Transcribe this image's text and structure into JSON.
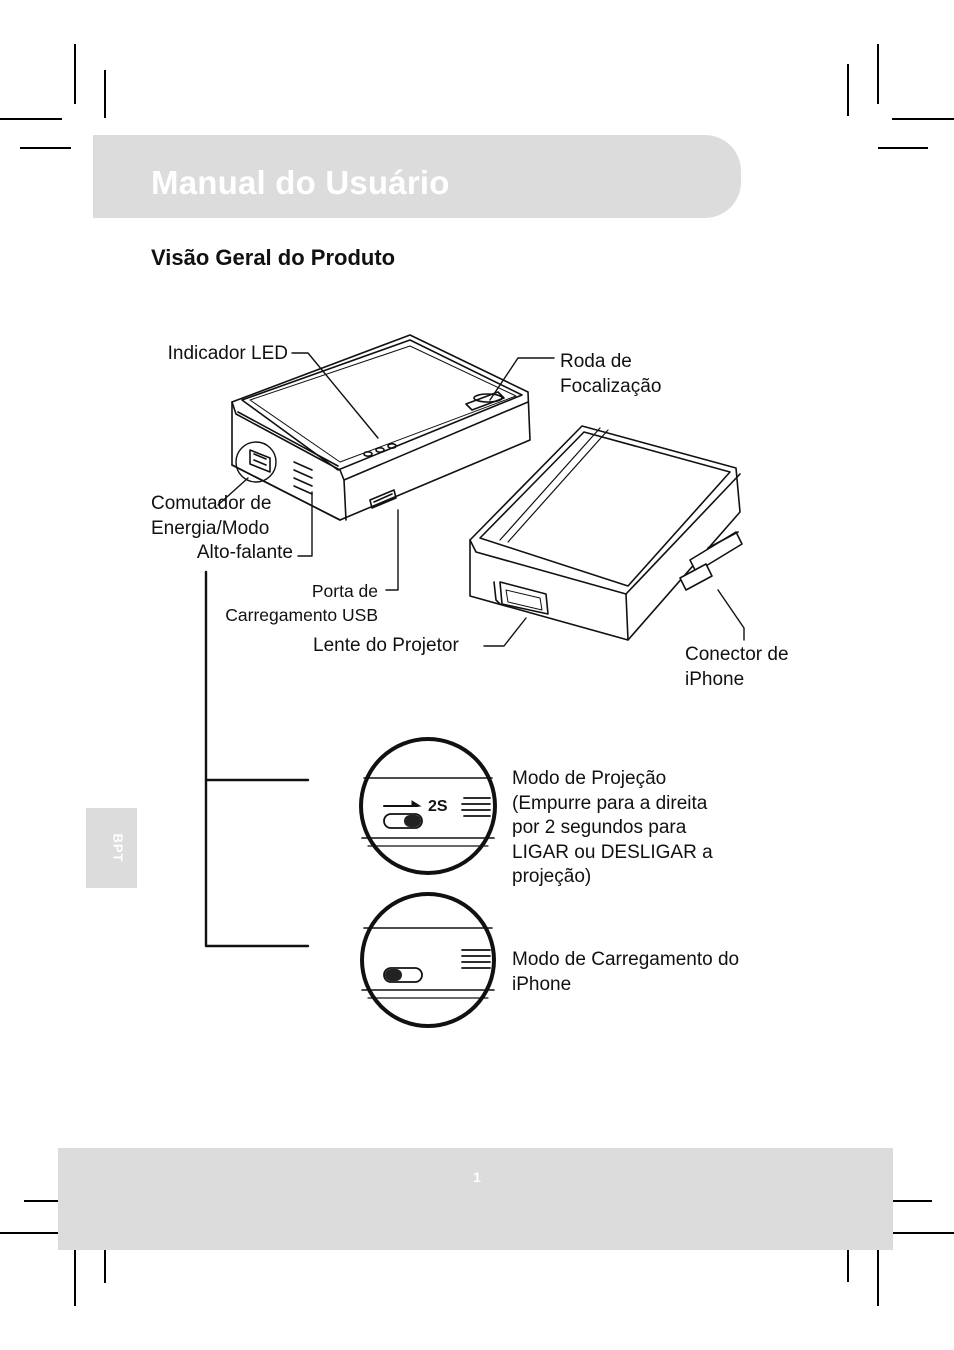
{
  "header": {
    "title": "Manual do Usuário"
  },
  "section": {
    "title": "Visão Geral do Produto"
  },
  "labels": {
    "led": "Indicador LED",
    "focus_wheel": "Roda de\nFocalização",
    "power_switch": "Comutador de\nEnergia/Modo",
    "speaker": "Alto-falante",
    "usb_port": "Porta de\nCarregamento USB",
    "projector_lens": "Lente do Projetor",
    "iphone_connector": "Conector de\niPhone"
  },
  "modes": {
    "projection": {
      "switch_label": "2S",
      "description": "Modo de Projeção\n(Empurre para a direita\npor 2 segundos para\nLIGAR ou DESLIGAR a\nprojeção)"
    },
    "charging": {
      "description": "Modo de Carregamento do\niPhone"
    }
  },
  "side_tab": {
    "text": "BPT"
  },
  "footer": {
    "page_number": "1"
  }
}
